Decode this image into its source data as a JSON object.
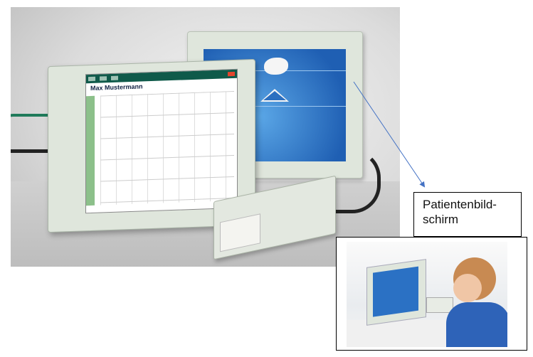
{
  "photo": {
    "tablet_screen": {
      "patient_name": "Max Mustermann"
    },
    "colors": {
      "screen_header": "#0f5a4a",
      "patient_screen": "#1f5fb3",
      "device_housing": "#dfe6dc"
    }
  },
  "annotation": {
    "label_line1": "Patientenbild-",
    "label_line2": "schirm",
    "arrow_color": "#4472c4"
  }
}
